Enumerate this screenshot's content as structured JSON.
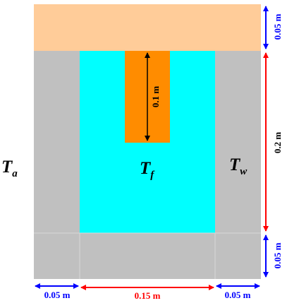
{
  "symbols": {
    "ambient": {
      "base": "T",
      "sub": "a"
    },
    "fluid": {
      "base": "T",
      "sub": "f"
    },
    "wall": {
      "base": "T",
      "sub": "w"
    }
  },
  "dimensions": {
    "top_layer": "0.05 m",
    "right_height": "0.2 m",
    "bottom_layer": "0.05 m",
    "insert_depth": "0.1 m",
    "left_wall": "0.05 m",
    "cavity_width": "0.15 m",
    "right_wall": "0.05 m"
  },
  "colors": {
    "top_layer": "#FFCC99",
    "wall": "#C0C0C0",
    "fluid": "#00FFFF",
    "insert": "#FF8C00",
    "arrow_blue": "#0000FF",
    "arrow_red": "#FF0000",
    "arrow_black": "#000000"
  }
}
